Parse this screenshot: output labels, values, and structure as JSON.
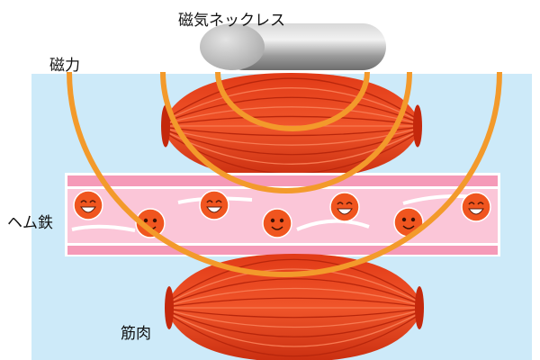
{
  "labels": {
    "necklace": "磁気ネックレス",
    "magnetic_force": "磁力",
    "heme_iron": "ヘム鉄",
    "muscle": "筋肉"
  },
  "colors": {
    "background": "#cdeaf9",
    "arc": "#f39a2b",
    "muscle": "#e8401c",
    "vessel_outer": "#f59ab8",
    "vessel_inner": "#fbc6d8",
    "blood_cell": "#f0551f"
  },
  "blood_cells": [
    {
      "face": "laugh"
    },
    {
      "face": "smile"
    },
    {
      "face": "laugh"
    },
    {
      "face": "smile"
    },
    {
      "face": "laugh"
    },
    {
      "face": "smile"
    },
    {
      "face": "laugh"
    }
  ]
}
